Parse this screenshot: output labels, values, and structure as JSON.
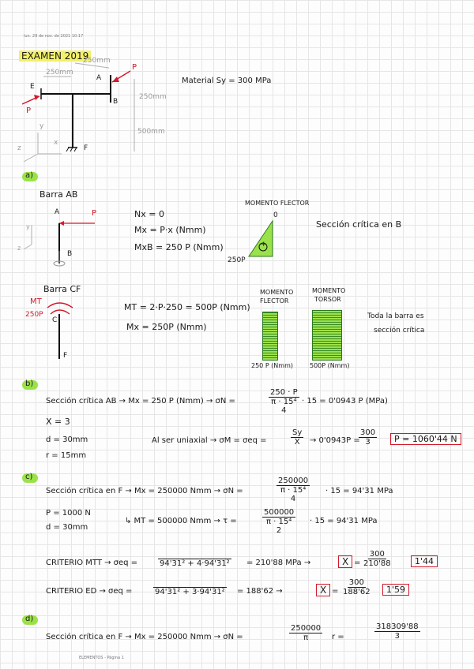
{
  "header": {
    "meta": "lun. 29 de nov. de 2021      10:17",
    "footer": "ELEMENTOS - Página 1"
  },
  "title": "EXAMEN 2019",
  "fig1": {
    "dim_250_top": "250mm",
    "dim_250_left": "250mm",
    "dim_250_right": "250mm",
    "dim_500": "500mm",
    "lbl_A": "A",
    "lbl_B": "B",
    "lbl_E": "E",
    "lbl_F": "F",
    "lbl_P1": "P",
    "lbl_P2": "P",
    "ax_y": "y",
    "ax_x": "x",
    "ax_z": "z"
  },
  "material": "Material   Sy = 300 MPa",
  "sections": {
    "a": "a)",
    "b": "b)",
    "c": "c)",
    "d": "d)"
  },
  "a": {
    "barra_ab": "Barra  AB",
    "lbl_A": "A",
    "lbl_P": "P",
    "lbl_B": "B",
    "ax_y": "y",
    "ax_z": "z",
    "eq1": "Nx = 0",
    "eq2": "Mx = P·x   (Nmm)",
    "eq3": "MxB = 250 P (Nmm)",
    "momento_flector": "MOMENTO FLECTOR",
    "zero": "0",
    "val_250p": "250P",
    "plus": "+",
    "seccion": "Sección crítica en B",
    "barra_cf": "Barra  CF",
    "mt": "MT",
    "mt_val": "250P",
    "lbl_C": "C",
    "lbl_F": "F",
    "eq4": "MT = 2·P·250 = 500P (Nmm)",
    "eq5": "Mx = 250P   (Nmm)",
    "box1_title_l1": "MOMENTO",
    "box1_title_l2": "FLECTOR",
    "box2_title_l1": "MOMENTO",
    "box2_title_l2": "TORSOR",
    "box1_val": "250 P (Nmm)",
    "box2_val": "500P (Nmm)",
    "toda_l1": "Toda la barra es",
    "toda_l2": "sección crítica"
  },
  "b": {
    "line1_lhs": "Sección crítica AB  →   Mx = 250 P (Nmm)   →   σN =",
    "frac1_num": "250 · P",
    "frac1_den": "π · 15⁴",
    "frac1_den2": "4",
    "line1_rest": "· 15  =   0'0943 P   (MPa)",
    "xcoef": "X = 3",
    "d": "d = 30mm",
    "r": "r = 15mm",
    "line2": "Al ser uniaxial  →  σM = σeq =",
    "frac2_num": "Sy",
    "frac2_den": "X",
    "line2_rest": "→   0'0943P =",
    "frac3_num": "300",
    "frac3_den": "3",
    "result": "P = 1060'44 N"
  },
  "c": {
    "line1": "Sección crítica en F  →  Mx = 250000  Nmm   →   σN =",
    "frac1_num": "250000",
    "frac1_den": "π · 15⁴",
    "frac1_den2": "4",
    "line1_rest": "· 15  =  94'31 MPa",
    "p": "P = 1000 N",
    "d": "d = 30mm",
    "line2": "↳ MT = 500000  Nmm   →   τ =",
    "frac2_num": "500000",
    "frac2_den": "π · 15⁴",
    "frac2_den2": "2",
    "line2_rest": "· 15    =   94'31 MPa",
    "mtt_lbl": "CRITERIO  MTT   →   σeq =",
    "mtt_sqrt": "94'31² + 4·94'31²",
    "mtt_val": "=  210'88 MPa   →",
    "mtt_x": "X",
    "mtt_eq": "=",
    "mtt_num": "300",
    "mtt_den": "210'88",
    "mtt_res": "1'44",
    "ed_lbl": "CRITERIO  ED   →   σeq =",
    "ed_sqrt": "94'31² + 3·94'31²",
    "ed_val": "=  188'62   →",
    "ed_x": "X",
    "ed_eq": "=",
    "ed_num": "300",
    "ed_den": "188'62",
    "ed_res": "1'59"
  },
  "d": {
    "line1": "Sección crítica en F  →  Mx = 250000 Nmm   →   σN =",
    "frac_num": "250000",
    "frac_den": "π",
    "r": "r  =",
    "frac2_num": "318309'88",
    "frac2_den": "3"
  }
}
